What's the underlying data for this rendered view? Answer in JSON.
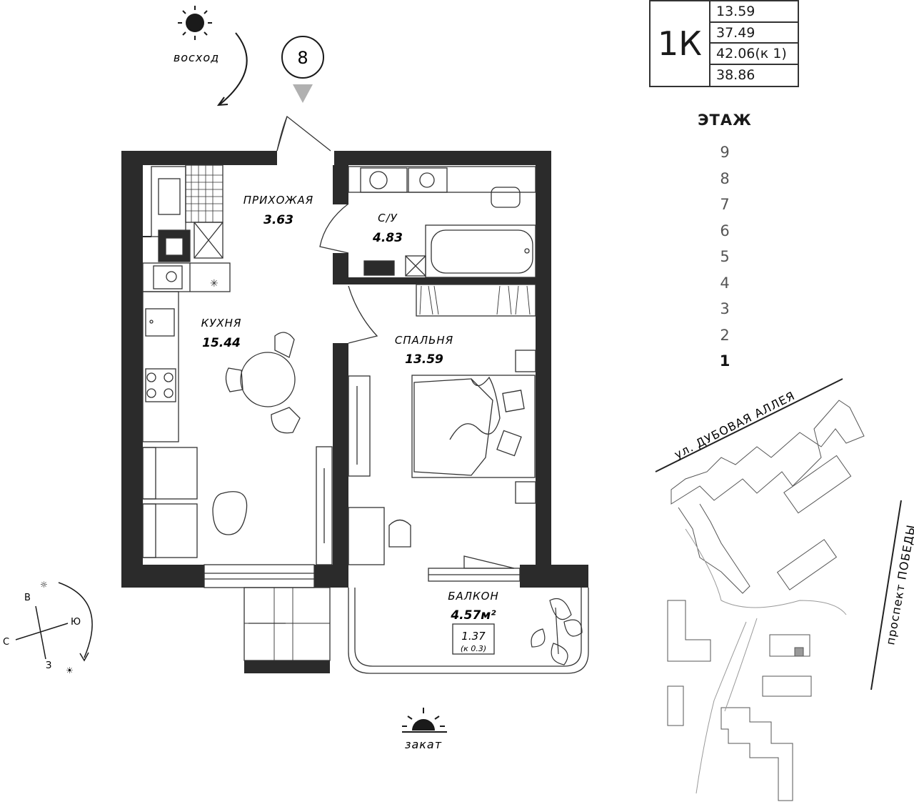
{
  "apartment": {
    "type": "1К",
    "values": [
      "13.59",
      "37.49",
      "42.06(к 1)",
      "38.86"
    ]
  },
  "floors": {
    "title": "ЭТАЖ",
    "items": [
      "9",
      "8",
      "7",
      "6",
      "5",
      "4",
      "3",
      "2",
      "1"
    ],
    "active": "1"
  },
  "entrance_number": "8",
  "sun": {
    "sunrise": "восход",
    "sunset": "закат"
  },
  "compass": {
    "north": "С",
    "east": "В",
    "south": "Ю",
    "west": "З"
  },
  "rooms": {
    "hall": {
      "label": "ПРИХОЖАЯ",
      "area": "3.63"
    },
    "bathroom": {
      "label": "С/У",
      "area": "4.83"
    },
    "kitchen": {
      "label": "КУХНЯ",
      "area": "15.44"
    },
    "bedroom": {
      "label": "СПАЛЬНЯ",
      "area": "13.59"
    },
    "balcony": {
      "label": "БАЛКОН",
      "area": "4.57м²",
      "reduced_area": "1.37",
      "coef": "(к 0.3)"
    }
  },
  "map": {
    "street1": "ул. ДУБОВАЯ АЛЛЕЯ",
    "street2": "проспект ПОБЕДЫ"
  }
}
